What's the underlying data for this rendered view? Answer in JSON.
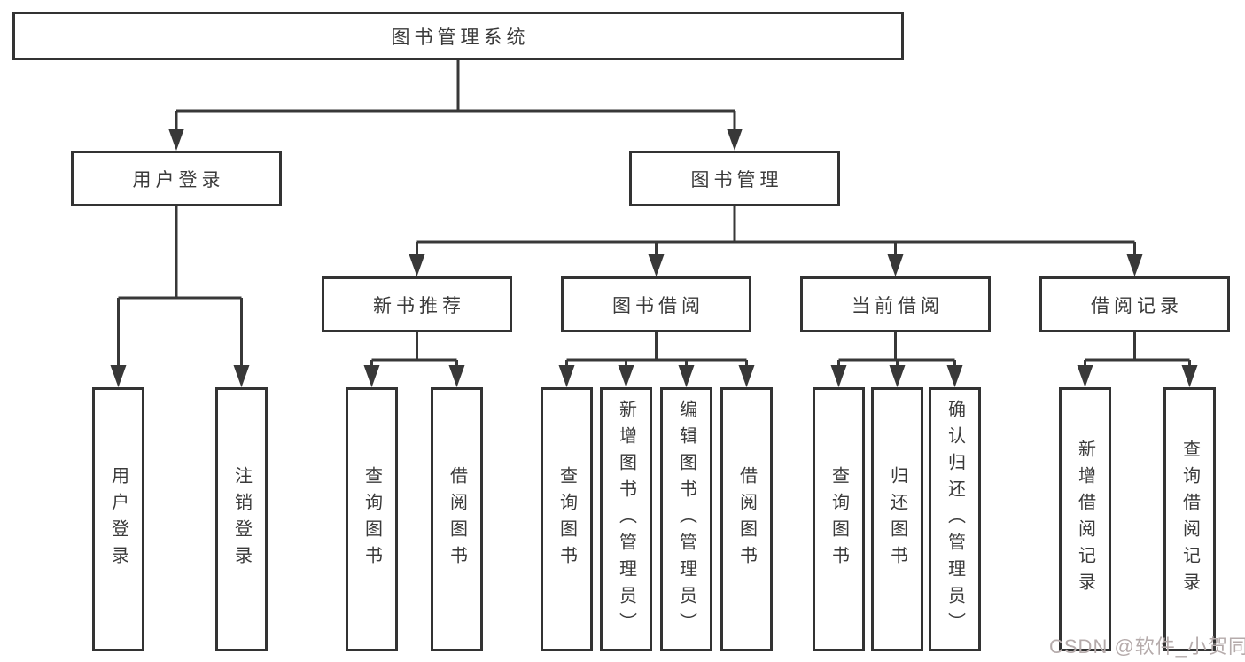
{
  "diagram": {
    "root": "图书管理系统",
    "level1": {
      "user_login": "用户登录",
      "book_mgmt": "图书管理"
    },
    "level2": {
      "new_book_rec": "新书推荐",
      "book_borrow": "图书借阅",
      "current_borrow": "当前借阅",
      "borrow_record": "借阅记录"
    },
    "leaves": {
      "user_login_leaf": "用户登录",
      "logout_leaf": "注销登录",
      "query_book_rec": "查询图书",
      "borrow_book_rec": "借阅图书",
      "query_book_borrow": "查询图书",
      "add_book_admin": "新增图书（管理员）",
      "edit_book_admin": "编辑图书（管理员）",
      "borrow_book_borrow": "借阅图书",
      "query_book_current": "查询图书",
      "return_book": "归还图书",
      "confirm_return_admin": "确认归还（管理员）",
      "add_borrow_record": "新增借阅记录",
      "query_borrow_record": "查询借阅记录"
    }
  },
  "watermark": "CSDN @软件_小贺同学",
  "colors": {
    "line": "#383838",
    "box_border": "#333333",
    "text": "#3a3a3a",
    "watermark": "#b5abab",
    "background": "#ffffff"
  }
}
